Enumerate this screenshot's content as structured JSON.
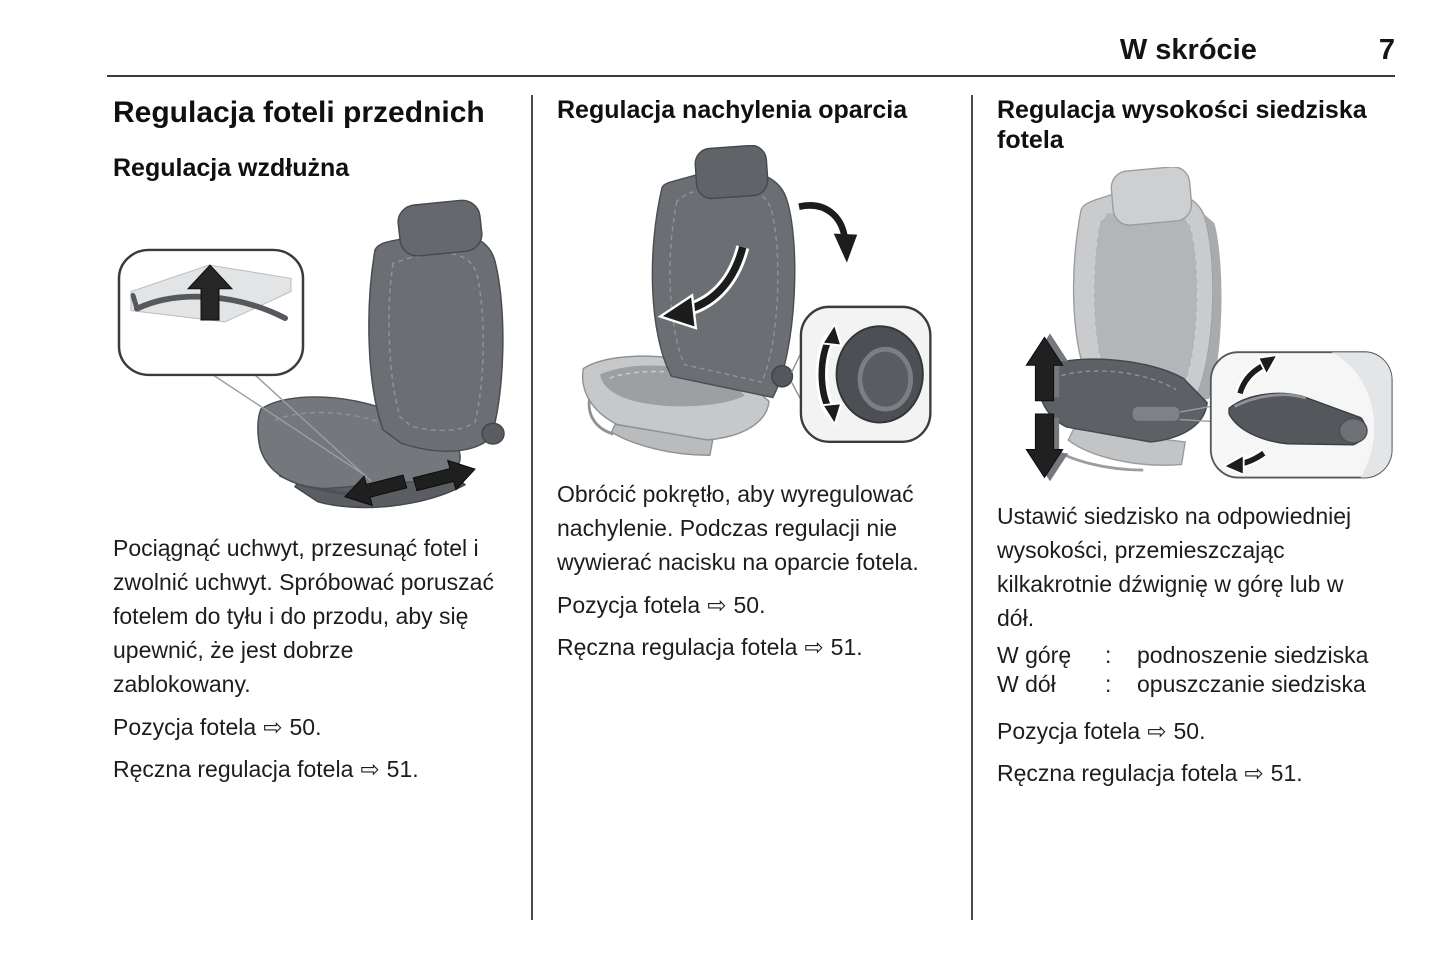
{
  "header": {
    "title": "W skrócie",
    "page_number": "7"
  },
  "icons": {
    "reference_arrow": "⇨"
  },
  "columns": [
    {
      "heading": "Regulacja foteli przednich",
      "subheading": "Regulacja wzdłużna",
      "paragraph": "Pociągnąć uchwyt, przesunąć fotel i\nzwolnić uchwyt. Spróbować poruszać\nfotelem do tyłu i do przodu, aby się\nupewnić, że jest dobrze\nzablokowany.",
      "references": [
        {
          "label": "Pozycja fotela",
          "page": "50."
        },
        {
          "label": "Ręczna regulacja fotela",
          "page": "51."
        }
      ]
    },
    {
      "heading": "Regulacja nachylenia oparcia",
      "paragraph": "Obrócić pokrętło, aby wyregulować\nnachylenie. Podczas regulacji nie\nwywierać nacisku na oparcie fotela.",
      "references": [
        {
          "label": "Pozycja fotela",
          "page": "50."
        },
        {
          "label": "Ręczna regulacja fotela",
          "page": "51."
        }
      ]
    },
    {
      "heading": "Regulacja wysokości siedziska\nfotela",
      "paragraph": "Ustawić siedzisko na odpowiedniej\nwysokości, przemieszczając\nkilkakrotnie dźwignię w górę lub w\ndół.",
      "definitions": [
        {
          "term": "W górę",
          "separator": ":",
          "description": "podnoszenie siedziska"
        },
        {
          "term": "W dół",
          "separator": ":",
          "description": "opuszczanie siedziska"
        }
      ],
      "references": [
        {
          "label": "Pozycja fotela",
          "page": "50."
        },
        {
          "label": "Ręczna regulacja fotela",
          "page": "51."
        }
      ]
    }
  ]
}
